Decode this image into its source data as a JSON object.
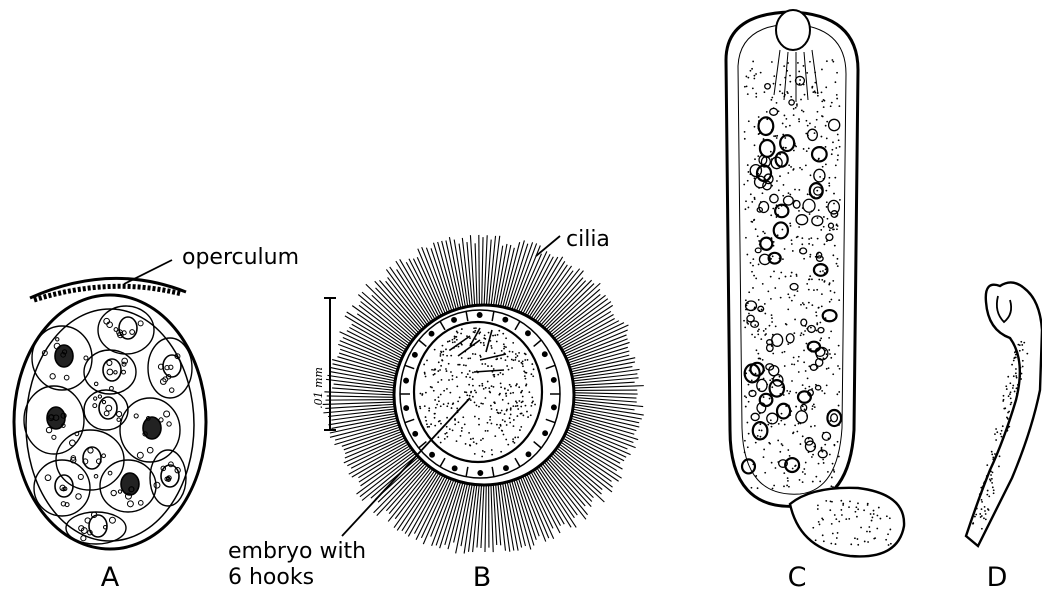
{
  "labels": {
    "operculum": "operculum",
    "cilia": "cilia",
    "embryo_line1": "embryo with",
    "embryo_line2": "6 hooks",
    "scale": ".01 mm"
  },
  "panels": {
    "a": "A",
    "b": "B",
    "c": "C",
    "d": "D"
  },
  "colors": {
    "ink": "#000000",
    "paper": "#ffffff"
  }
}
